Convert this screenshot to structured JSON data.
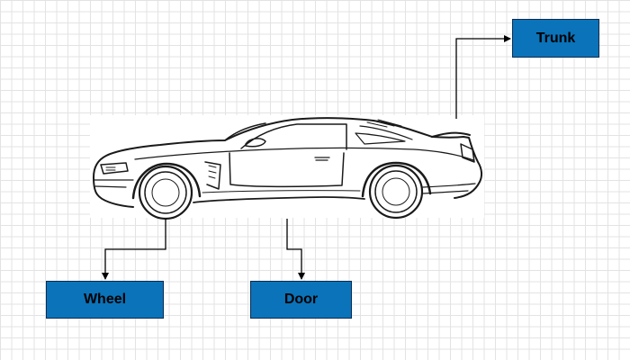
{
  "diagram": {
    "image": {
      "subject": "sports-car-sketch"
    },
    "nodes": {
      "trunk": "Trunk",
      "wheel": "Wheel",
      "door": "Door"
    },
    "colors": {
      "node_fill": "#0b73b9",
      "node_border": "#0c2b4f",
      "connector": "#000000",
      "grid": "#e3e3e3"
    }
  }
}
